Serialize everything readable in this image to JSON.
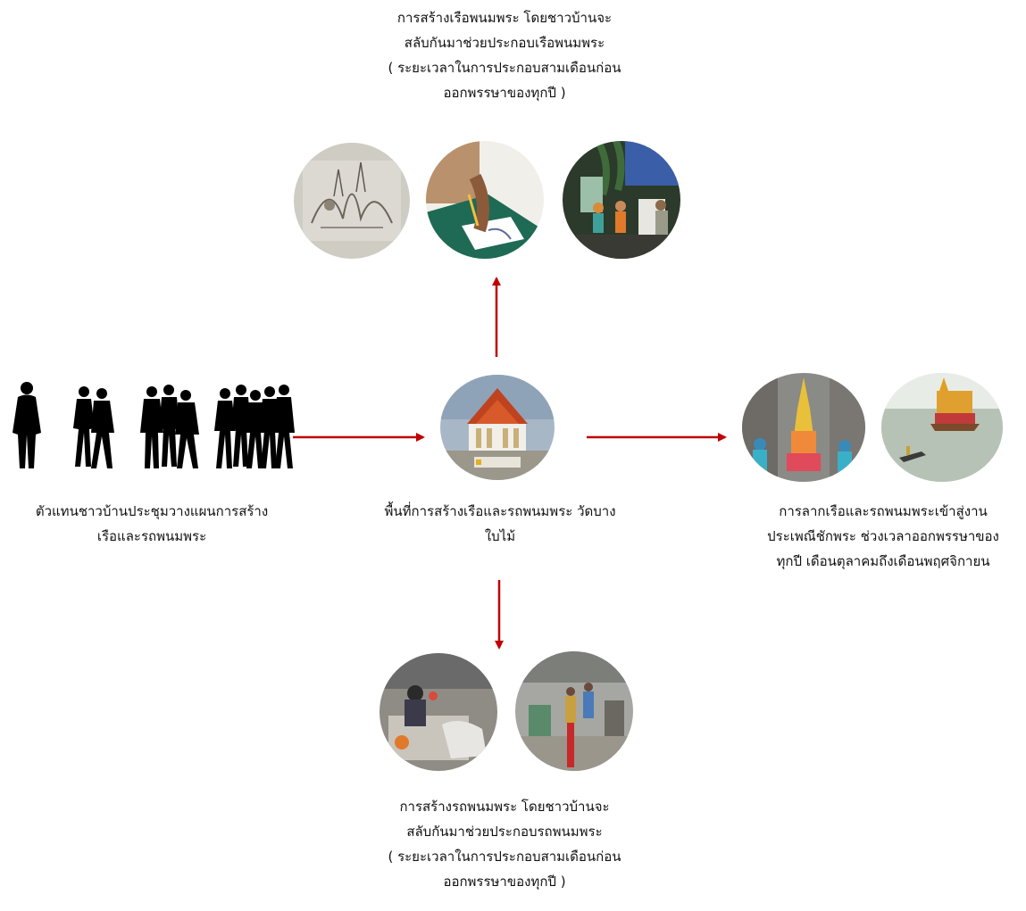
{
  "top_caption": {
    "lines": [
      "การสร้างเรือพนมพระ โดยชาวบ้านจะ",
      "สลับกันมาช่วยประกอบเรือพนมพระ",
      "( ระยะเวลาในการประกอบสามเดือนก่อน",
      "ออกพรรษาของทุกปี )"
    ]
  },
  "left_caption": {
    "lines": [
      "ตัวแทนชาวบ้านประชุมวางแผนการสร้าง",
      "เรือและรถพนมพระ"
    ]
  },
  "center_caption": {
    "lines": [
      "พื้นที่การสร้างเรือและรถพนมพระ วัดบาง",
      "ใบไม้"
    ]
  },
  "right_caption": {
    "lines": [
      "การลากเรือและรถพนมพระเข้าสู่งาน",
      "ประเพณีชักพระ ช่วงเวลาออกพรรษาของ",
      "ทุกปี เดือนตุลาคมถึงเดือนพฤศจิกายน"
    ]
  },
  "bottom_caption": {
    "lines": [
      "การสร้างรถพนมพระ โดยชาวบ้านจะ",
      "สลับกันมาช่วยประกอบรถพนมพระ",
      "( ระยะเวลาในการประกอบสามเดือนก่อน",
      "ออกพรรษาของทุกปี )"
    ]
  },
  "colors": {
    "arrow": "#c00000",
    "silhouette": "#000000"
  }
}
